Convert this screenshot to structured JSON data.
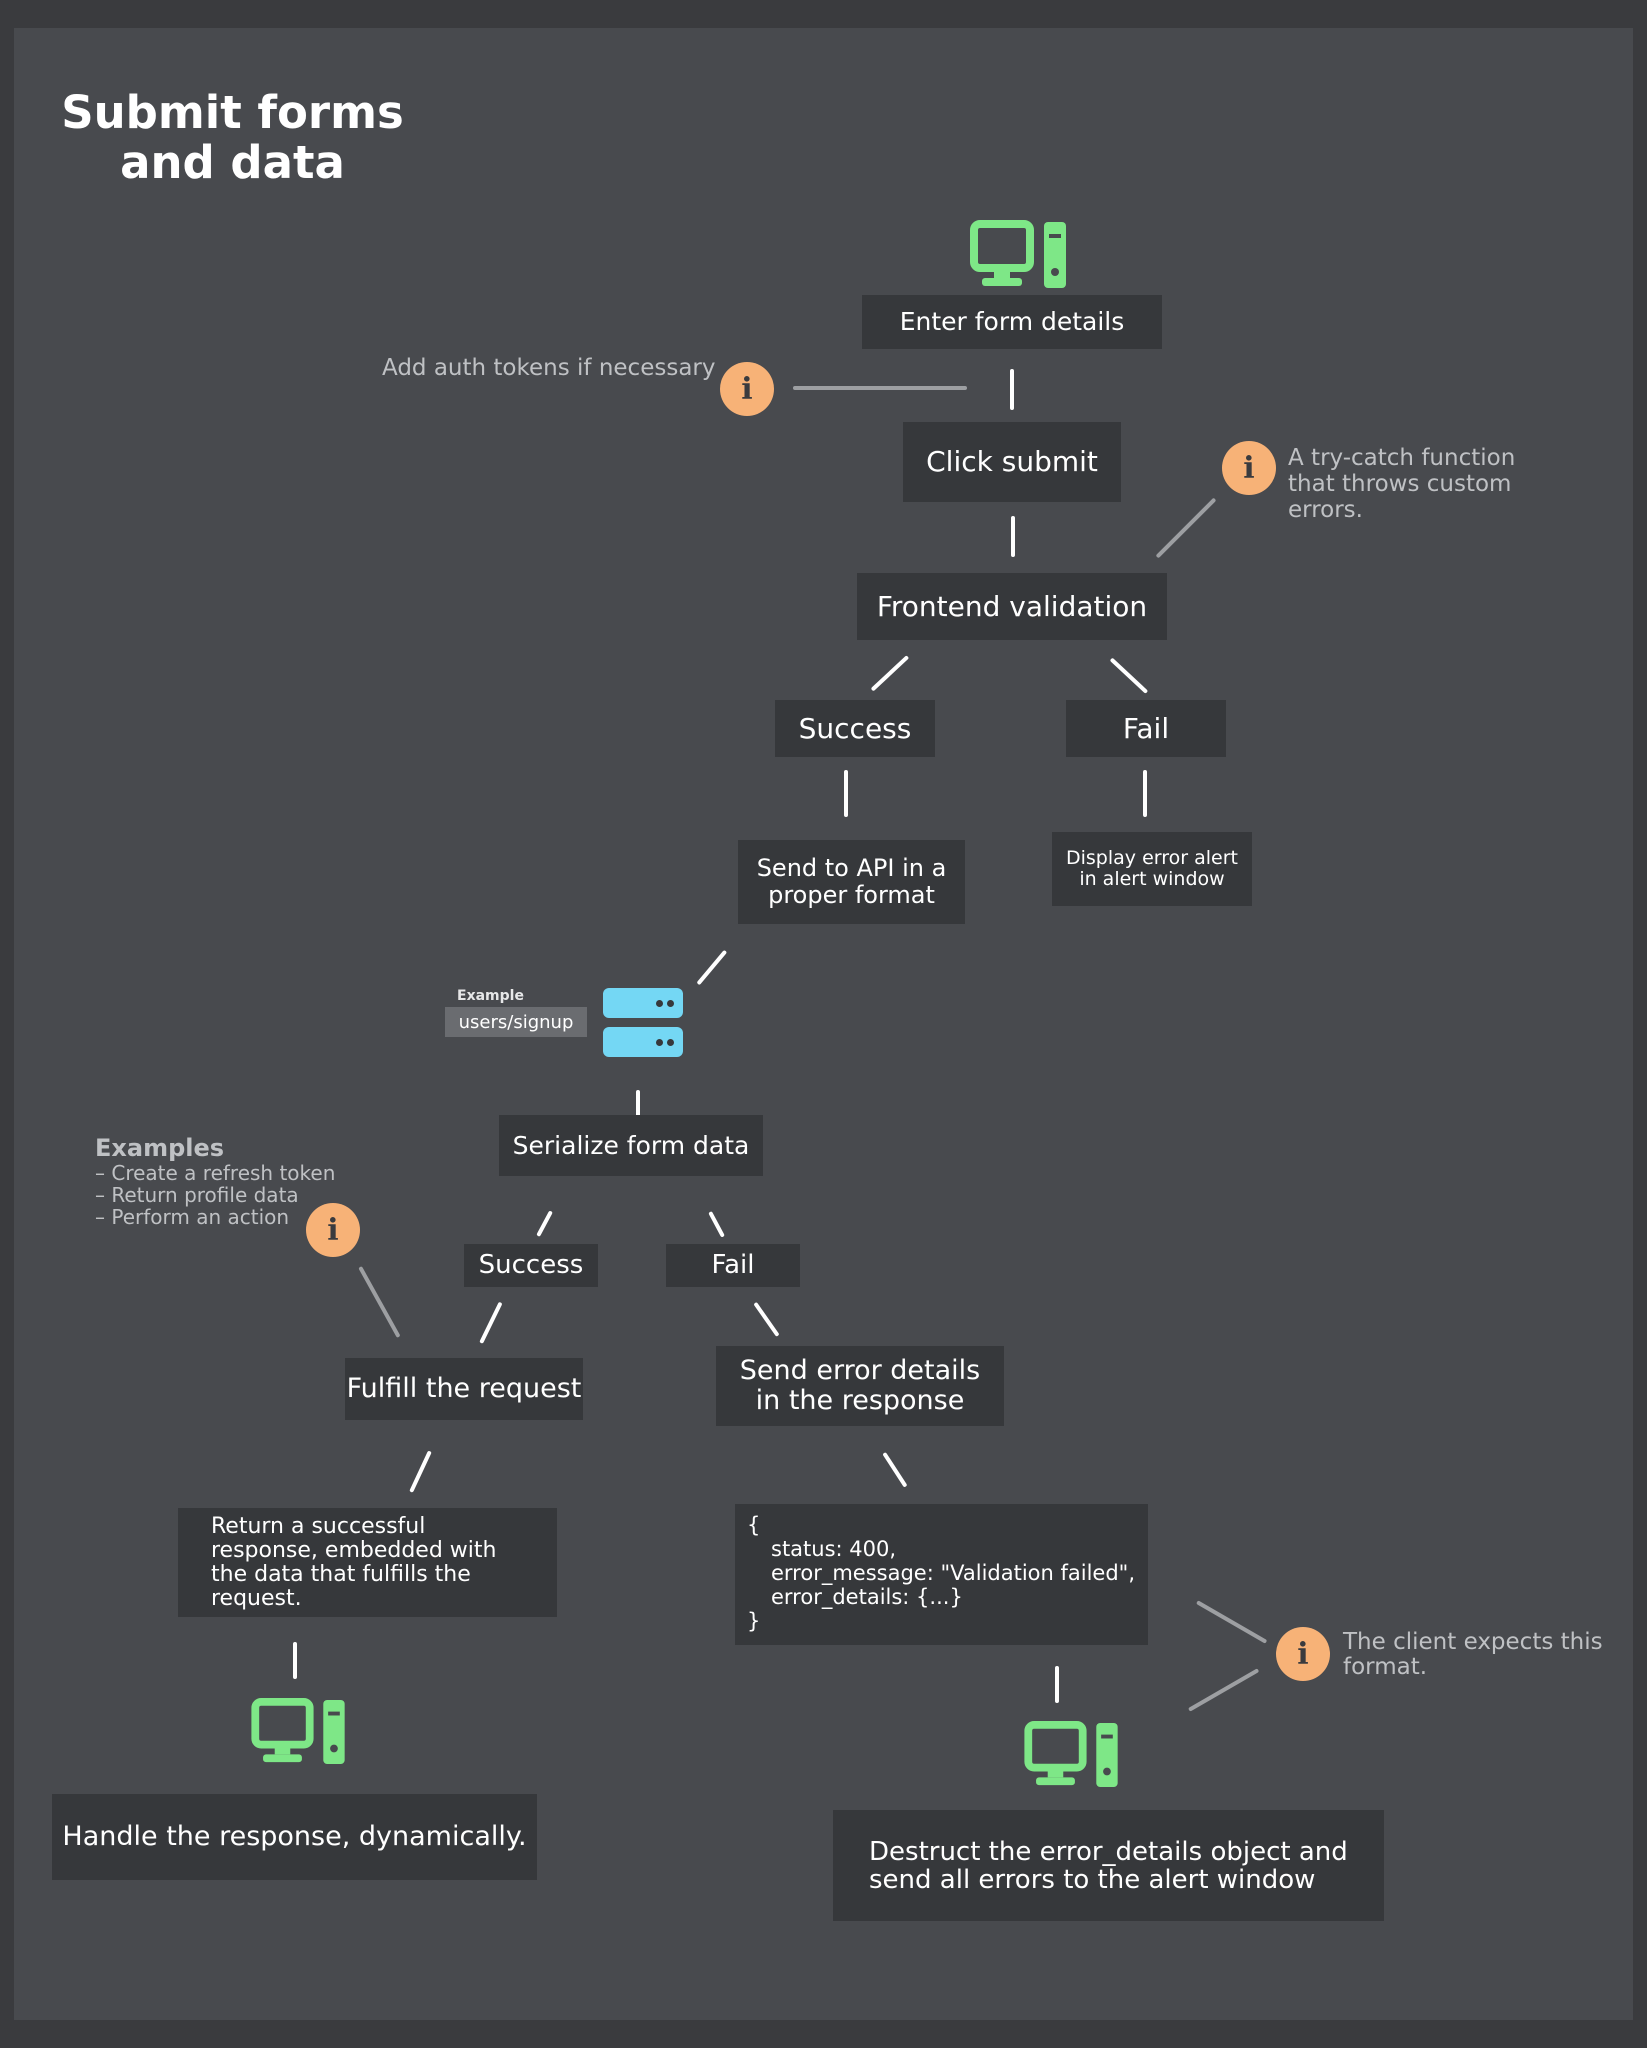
{
  "title": "Submit forms and data",
  "colors": {
    "background": "#484a4e",
    "box": "#36383b",
    "info_icon": "#f7b277",
    "computer_icon": "#7ee787",
    "server_icon": "#74d7f4"
  },
  "steps": {
    "enter_form": "Enter form details",
    "click_submit": "Click submit",
    "frontend_validation": "Frontend validation",
    "success_1": "Success",
    "fail_1": "Fail",
    "send_api": "Send to API in a proper format",
    "display_error": "Display error alert in alert window",
    "serialize": "Serialize form data",
    "success_2": "Success",
    "fail_2": "Fail",
    "fulfill": "Fulfill the request",
    "send_error": "Send error details in the response",
    "return_success": "Return a successful response, embedded with the data that fulfills the request.",
    "handle_response": "Handle the response, dynamically.",
    "destruct": "Destruct the error_details object and send all errors to the alert window"
  },
  "notes": {
    "auth_tokens": "Add auth tokens if necessary",
    "try_catch": "A try-catch function that throws custom errors.",
    "client_expects": "The client expects this format."
  },
  "example": {
    "label": "Example",
    "endpoint": "users/signup"
  },
  "examples": {
    "heading": "Examples",
    "items": [
      "– Create a refresh token",
      "– Return profile data",
      "– Perform an action"
    ]
  },
  "code": [
    "{",
    "status: 400,",
    "error_message: \"Validation failed\",",
    "error_details: {...}",
    "}"
  ],
  "icons": {
    "info": "info-icon",
    "computer": "desktop-computer-icon",
    "server": "server-icon"
  },
  "info_glyph": "i"
}
